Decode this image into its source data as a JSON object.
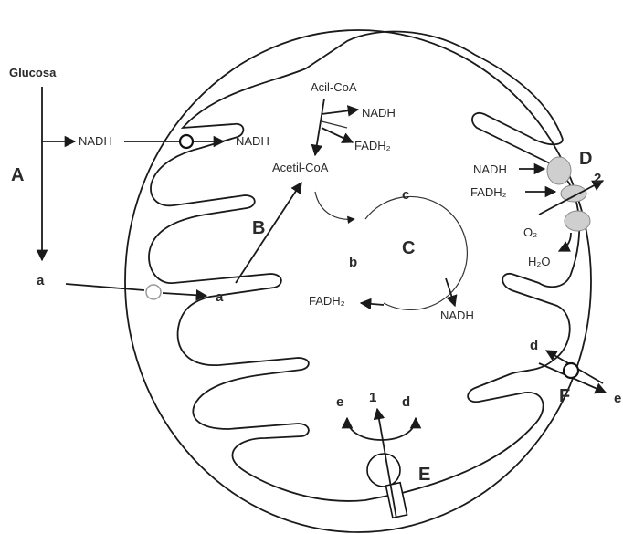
{
  "labels": {
    "glucosa": "Glucosa",
    "A": "A",
    "B": "B",
    "C": "C",
    "D": "D",
    "E": "E",
    "F": "F",
    "a_left": "a",
    "a_right": "a",
    "b": "b",
    "c": "c",
    "d_top": "d",
    "d_bottom": "d",
    "e_right": "e",
    "e_bottom": "e",
    "one": "1",
    "two": "2",
    "nadh_left": "NADH",
    "nadh_right": "NADH",
    "nadh_top": "NADH",
    "nadh_chain": "NADH",
    "nadh_cycle": "NADH",
    "fadh2_top": "FADH₂",
    "fadh2_chain": "FADH₂",
    "fadh2_cycle": "FADH₂",
    "acil_coa": "Acil-CoA",
    "acetil_coa": "Acetil-CoA",
    "o2": "O₂",
    "h2o": "H₂O"
  }
}
